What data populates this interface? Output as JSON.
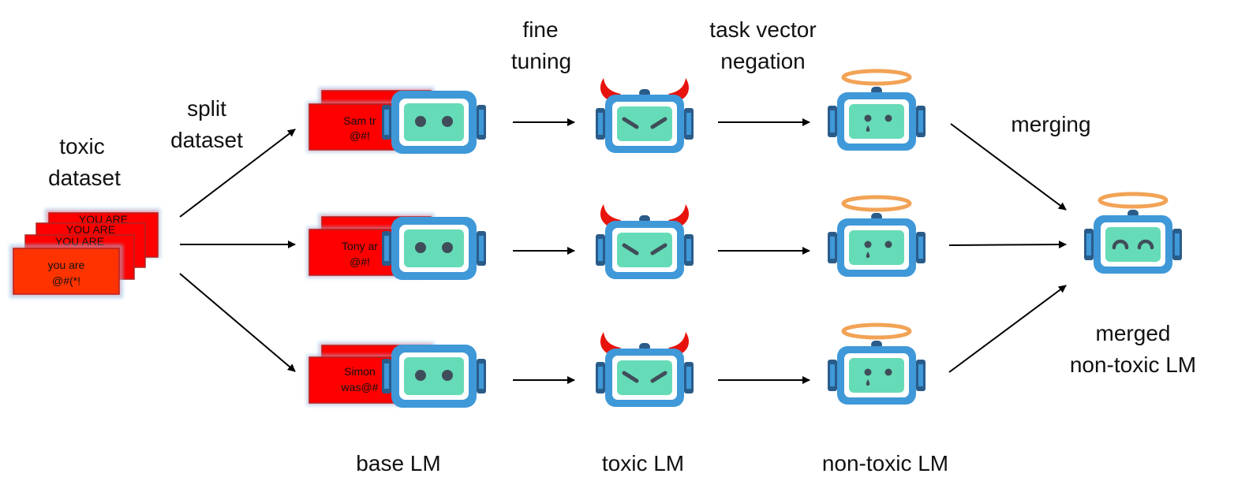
{
  "labels": {
    "toxic_dataset": [
      "toxic",
      "dataset"
    ],
    "split_dataset": [
      "split",
      "dataset"
    ],
    "fine_tuning": [
      "fine",
      "tuning"
    ],
    "task_vector_negation": [
      "task vector",
      "negation"
    ],
    "merging": "merging",
    "merged_lm": [
      "merged",
      "non-toxic LM"
    ],
    "base_lm": "base LM",
    "toxic_lm": "toxic LM",
    "non_toxic_lm": "non-toxic LM"
  },
  "dataset_cards": {
    "front_text": [
      "you are",
      "@#(*!"
    ],
    "back_text": "YOU ARE"
  },
  "split_cards": [
    {
      "lines": [
        "Sam tr",
        "@#!"
      ]
    },
    {
      "lines": [
        "Tony ar",
        "@#!"
      ]
    },
    {
      "lines": [
        "Simon",
        "was@#"
      ]
    }
  ],
  "colors": {
    "card_red": "#ff0000",
    "card_front": "#ff3300",
    "robot_frame": "#3f98d8",
    "robot_screen": "#66dbb7",
    "robot_dark": "#2a5c8a",
    "robot_face": "#3f4d5a",
    "devil_horns": "#e8130d",
    "halo": "#f2a356"
  }
}
